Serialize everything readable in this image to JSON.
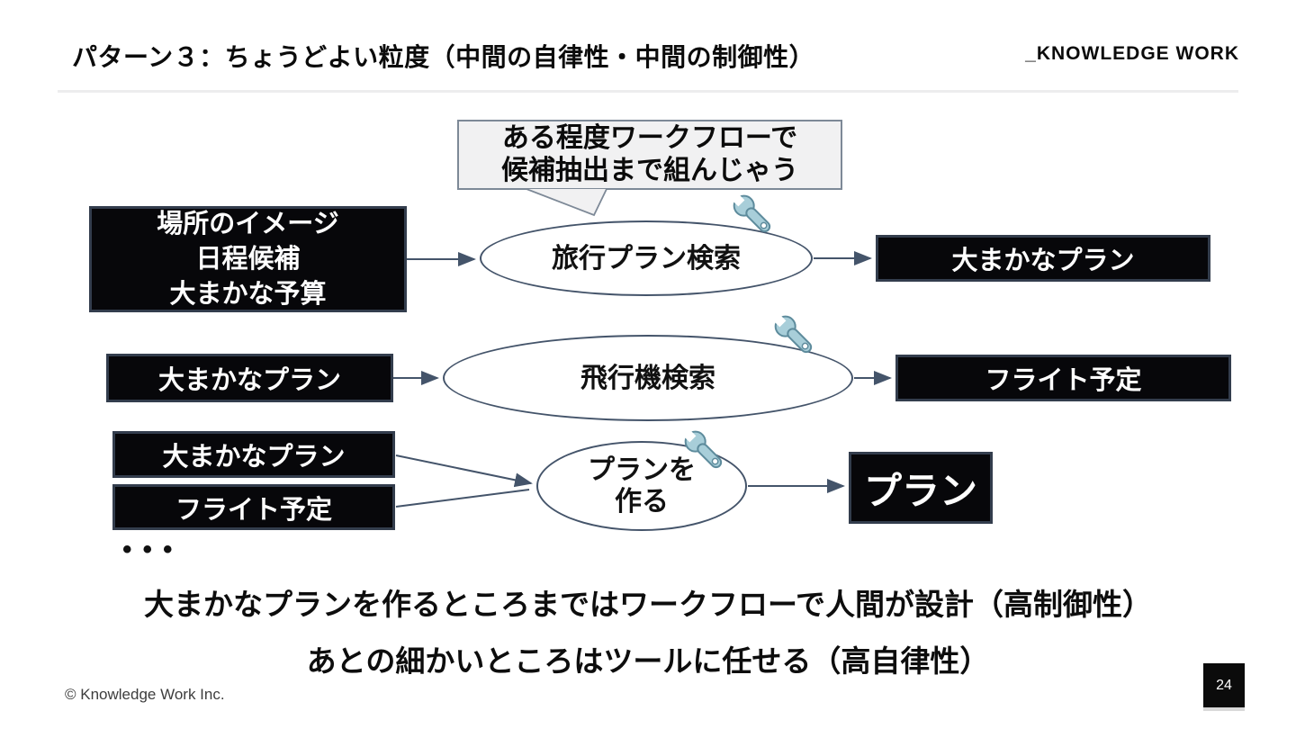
{
  "header": {
    "title": "パターン３：ちょうどよい粒度（中間の自律性・中間の制御性）",
    "logo": "_KNOWLEDGE WORK"
  },
  "callout": {
    "line1": "ある程度ワークフローで",
    "line2": "候補抽出まで組んじゃう"
  },
  "diagram": {
    "row1": {
      "input": [
        "場所のイメージ",
        "日程候補",
        "大まかな予算"
      ],
      "process": "旅行プラン検索",
      "output": "大まかなプラン"
    },
    "row2": {
      "input": "大まかなプラン",
      "process": "飛行機検索",
      "output": "フライト予定"
    },
    "row3": {
      "input1": "大まかなプラン",
      "input2": "フライト予定",
      "process_line1": "プランを",
      "process_line2": "作る",
      "output": "プラン"
    },
    "ellipsis": "•••",
    "icons": {
      "process_tool": "wrench-icon"
    }
  },
  "notes": {
    "line1": "大まかなプランを作るところまではワークフローで人間が設計（高制御性）",
    "line2": "あとの細かいところはツールに任せる（高自律性）"
  },
  "footer": {
    "copyright": "© Knowledge Work Inc.",
    "page": "24"
  },
  "colors": {
    "connector": "#44546a",
    "box_bg": "#07070a",
    "box_border": "#333d4d",
    "box_text": "#ffffff",
    "callout_bg": "#f1f1f2",
    "callout_border": "#7d8997",
    "wrench_body": "#a8ced9",
    "wrench_outline": "#5d8b9c"
  }
}
